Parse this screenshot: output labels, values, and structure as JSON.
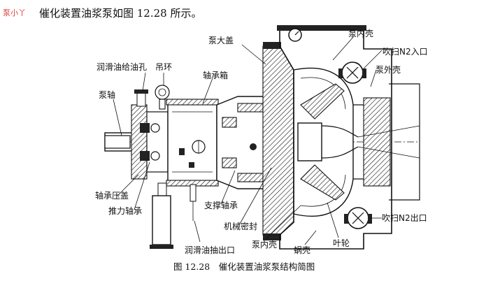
{
  "watermark": "泵小丫",
  "intro_text": "催化装置油浆泵如图 12.28 所示。",
  "labels": {
    "pump_cover": "泵大盖",
    "pump_inner_casing_top": "泵内壳",
    "n2_inlet": "吹扫N2入口",
    "pump_outer_casing": "泵外壳",
    "lube_oil_hole": "润滑油给油孔",
    "lifting_ring": "吊环",
    "bearing_box": "轴承箱",
    "pump_shaft": "泵轴",
    "bearing_gland": "轴承压盖",
    "thrust_bearing": "推力轴承",
    "support_bearing": "支撑轴承",
    "mechanical_seal": "机械密封",
    "n2_outlet": "吹扫N2出口",
    "pump_inner_casing_bottom": "泵内壳",
    "impeller": "叶轮",
    "volute": "蜗壳",
    "lube_oil_outlet": "润滑油抽出口"
  },
  "caption": "图 12.28　催化装置油浆泵结构简图"
}
